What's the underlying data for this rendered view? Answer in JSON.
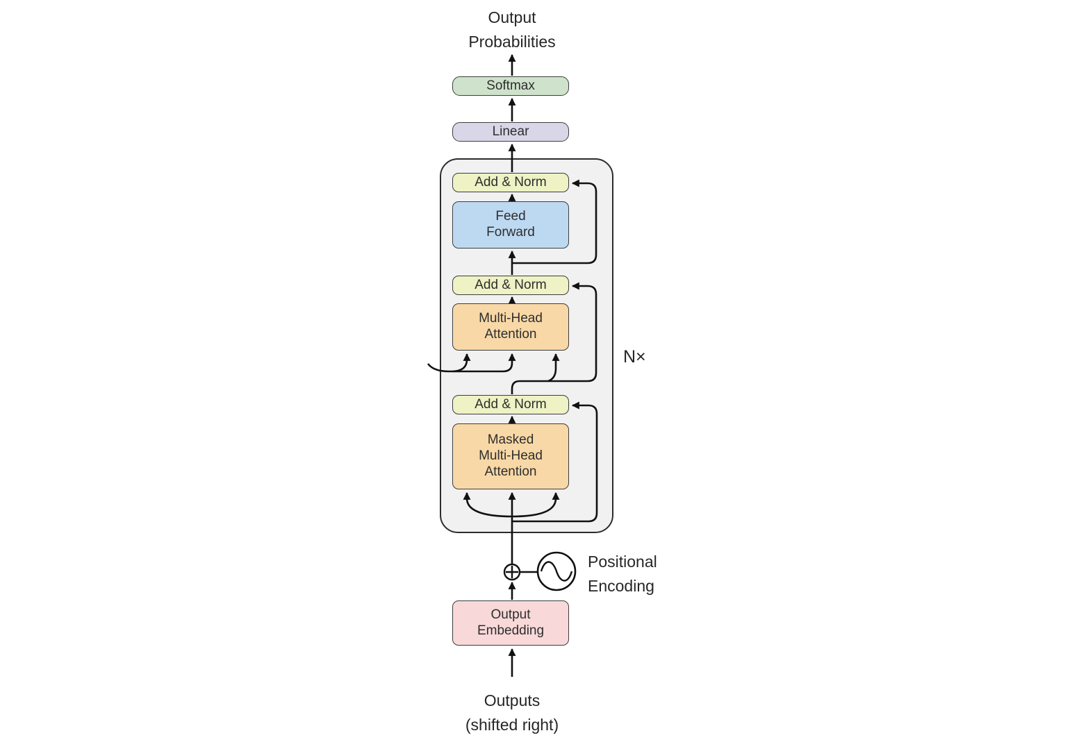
{
  "diagram": {
    "name": "Transformer decoder architecture",
    "title_top": "Output\nProbabilities",
    "bottom_label": "Outputs\n(shifted right)",
    "n_times": "N×",
    "positional_encoding": "Positional\nEncoding",
    "boxes": {
      "softmax": "Softmax",
      "linear": "Linear",
      "add_norm_top": "Add & Norm",
      "feed_forward": "Feed\nForward",
      "add_norm_mid": "Add & Norm",
      "multi_head_attention": "Multi-Head\nAttention",
      "add_norm_bottom": "Add & Norm",
      "masked_multi_head_attention": "Masked\nMulti-Head\nAttention",
      "output_embedding": "Output\nEmbedding"
    },
    "colors": {
      "softmax": "#cfe2cb",
      "linear": "#d9d6e8",
      "add_norm": "#eef2c4",
      "feed_forward": "#bdd9f2",
      "attention": "#f8d8a6",
      "embedding": "#f8d8d8",
      "container_fill": "#f1f1f1",
      "line": "#111111"
    }
  }
}
